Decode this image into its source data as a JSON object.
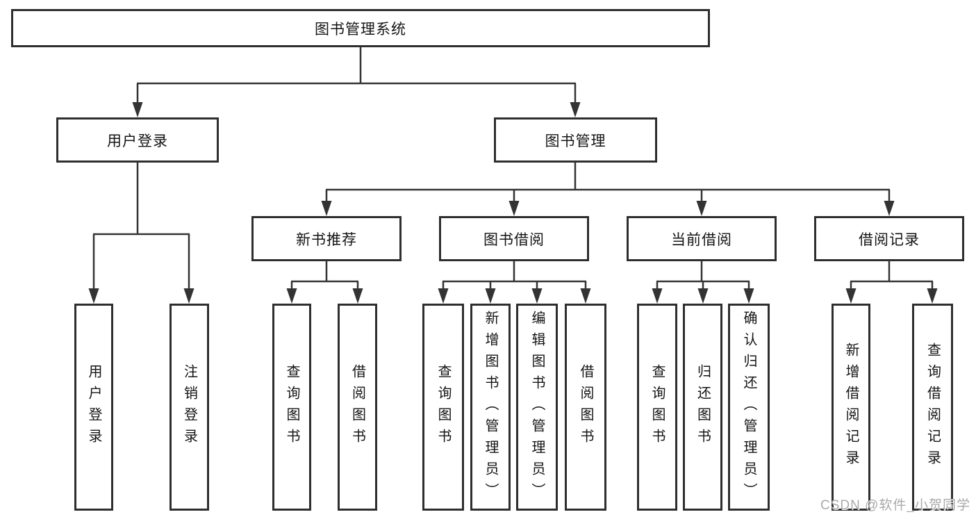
{
  "diagram_title": "图书管理系统",
  "nodes": {
    "root": "图书管理系统",
    "user_login_branch": "用户登录",
    "book_mgmt_branch": "图书管理",
    "new_book_recommend": "新书推荐",
    "book_borrowing": "图书借阅",
    "current_borrowing": "当前借阅",
    "borrowing_records": "借阅记录",
    "leaf_user_login": "用户登录",
    "leaf_logout": "注销登录",
    "leaf_nb_query_books": "查询图书",
    "leaf_nb_borrow_books": "借阅图书",
    "leaf_bb_query_books": "查询图书",
    "leaf_bb_add_books": "新增图书（管理员）",
    "leaf_bb_edit_books": "编辑图书（管理员）",
    "leaf_bb_borrow_books": "借阅图书",
    "leaf_cb_query_books": "查询图书",
    "leaf_cb_return_books": "归还图书",
    "leaf_cb_confirm_return": "确认归还（管理员）",
    "leaf_br_add_record": "新增借阅记录",
    "leaf_br_query_record": "查询借阅记录"
  },
  "watermark": "CSDN @软件_小贺同学",
  "colors": {
    "line": "#333333",
    "box_border": "#2e2e2e",
    "text": "#141414",
    "watermark": "#a9a9a9",
    "background": "#ffffff"
  }
}
